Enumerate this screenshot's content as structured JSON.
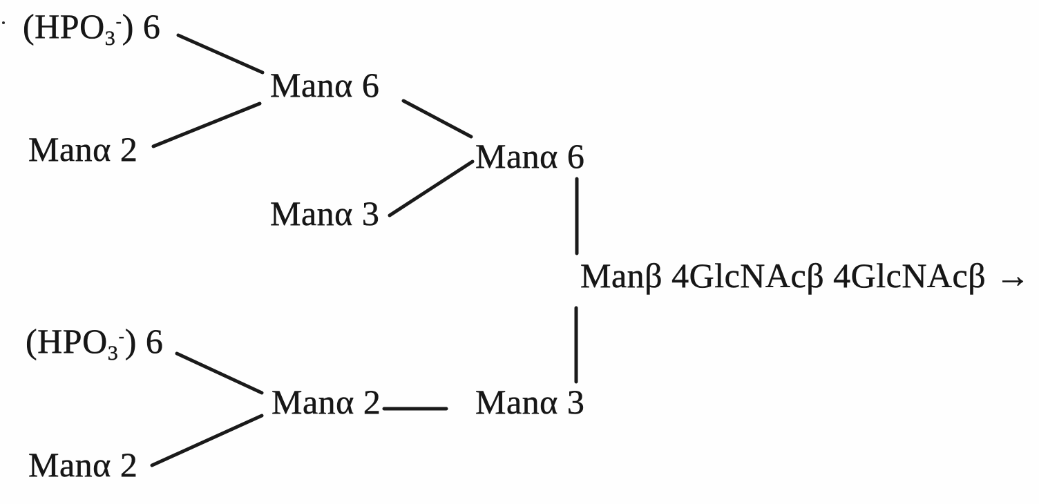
{
  "page": {
    "background": "#fefefe",
    "ink": "#1a1a1a"
  },
  "diagram": {
    "type": "glycan-structure",
    "nodes": {
      "hpo3_top": {
        "pre": "(HPO",
        "sub": "3",
        "sup": "-",
        "post": ") 6"
      },
      "mana2_top": {
        "label": "Manα 2"
      },
      "mana6_upper": {
        "label": "Manα 6"
      },
      "mana3_upper": {
        "label": "Manα 3"
      },
      "mana6_mid": {
        "label": "Manα 6"
      },
      "core": {
        "label": "Manβ 4GlcNAcβ 4GlcNAcβ",
        "arrow": "→"
      },
      "hpo3_bottom": {
        "pre": "(HPO",
        "sub": "3",
        "sup": "-",
        "post": ") 6"
      },
      "mana2_bottom": {
        "label": "Manα 2"
      },
      "mana2_mid": {
        "label": "Manα 2"
      },
      "mana3_lower": {
        "label": "Manα 3"
      }
    },
    "edges": [
      {
        "from": "hpo3_top",
        "to": "mana6_upper"
      },
      {
        "from": "mana2_top",
        "to": "mana6_upper"
      },
      {
        "from": "mana6_upper",
        "to": "mana6_mid"
      },
      {
        "from": "mana3_upper",
        "to": "mana6_mid"
      },
      {
        "from": "mana6_mid",
        "to": "core"
      },
      {
        "from": "core",
        "to": "mana3_lower"
      },
      {
        "from": "hpo3_bottom",
        "to": "mana2_mid"
      },
      {
        "from": "mana2_bottom",
        "to": "mana2_mid"
      },
      {
        "from": "mana2_mid",
        "to": "mana3_lower"
      }
    ]
  }
}
